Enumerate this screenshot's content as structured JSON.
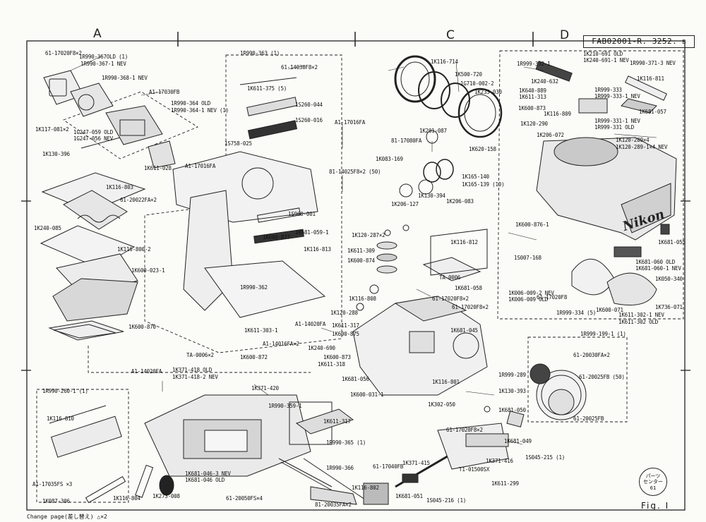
{
  "header": {
    "doc_number": "FAB02001-R. 3252.",
    "doc_suffix": "B",
    "columns": [
      "A",
      "C",
      "D"
    ]
  },
  "figure_label": "Fig. I",
  "footer_note": "Change page(差し替え) △×2",
  "stamp": {
    "line1": "パーツ",
    "line2": "センター",
    "line3": "61"
  },
  "colors": {
    "ink": "#111111",
    "paper": "#fbfbf7"
  },
  "parts": [
    {
      "id": "p01",
      "text": "61-17020F8×2"
    },
    {
      "id": "p02",
      "text": "1R990-367OLD (1)"
    },
    {
      "id": "p03",
      "text": "1R990-367-1 NEV"
    },
    {
      "id": "p04",
      "text": "1R990-368-1 NEV"
    },
    {
      "id": "p05",
      "text": "A1-17030FB"
    },
    {
      "id": "p06",
      "text": "1R990-364 OLD"
    },
    {
      "id": "p07",
      "text": "1R990-364-1 NEV (1)"
    },
    {
      "id": "p08",
      "text": "1K117-081×2"
    },
    {
      "id": "p09",
      "text": "1G247-059 OLD"
    },
    {
      "id": "p10",
      "text": "1G247-056 NEV"
    },
    {
      "id": "p11",
      "text": "1K130-396"
    },
    {
      "id": "p12",
      "text": "1K611-028"
    },
    {
      "id": "p13",
      "text": "1R990-363 (1)"
    },
    {
      "id": "p14",
      "text": "61-14030F8×2"
    },
    {
      "id": "p15",
      "text": "1K611-375 (5)"
    },
    {
      "id": "p16",
      "text": "1S260-044"
    },
    {
      "id": "p17",
      "text": "1S260-016"
    },
    {
      "id": "p18",
      "text": "A1-17016FA"
    },
    {
      "id": "p19",
      "text": "1S758-025"
    },
    {
      "id": "p20",
      "text": "A1-17016FA"
    },
    {
      "id": "p21",
      "text": "81-14025F8×2 (50)"
    },
    {
      "id": "p22",
      "text": "1K116-803"
    },
    {
      "id": "p23",
      "text": "61-20022FA×2"
    },
    {
      "id": "p24",
      "text": "1K240-085"
    },
    {
      "id": "p25",
      "text": "1K116-800-2"
    },
    {
      "id": "p26",
      "text": "1K600-023-1"
    },
    {
      "id": "p27",
      "text": "1K600-870"
    },
    {
      "id": "p28",
      "text": "1S960-001"
    },
    {
      "id": "p29",
      "text": "1K600-877"
    },
    {
      "id": "p30",
      "text": "1K681-059-1"
    },
    {
      "id": "p31",
      "text": "1K116-813"
    },
    {
      "id": "p32",
      "text": "1R990-362"
    },
    {
      "id": "p33",
      "text": "1K116-714"
    },
    {
      "id": "p34",
      "text": "1K500-720"
    },
    {
      "id": "p35",
      "text": "1G710-002-2"
    },
    {
      "id": "p36",
      "text": "1K233-030"
    },
    {
      "id": "p37",
      "text": "1K201-087"
    },
    {
      "id": "p38",
      "text": "1K620-158"
    },
    {
      "id": "p39",
      "text": "81-17080FA"
    },
    {
      "id": "p40",
      "text": "1K083-169"
    },
    {
      "id": "p41",
      "text": "1K165-140"
    },
    {
      "id": "p42",
      "text": "1K165-139 (10)"
    },
    {
      "id": "p43",
      "text": "1K130-394"
    },
    {
      "id": "p44",
      "text": "1K206-127"
    },
    {
      "id": "p45",
      "text": "1K206-083"
    },
    {
      "id": "p46",
      "text": "1K120-287×2"
    },
    {
      "id": "p47",
      "text": "1K611-309"
    },
    {
      "id": "p48",
      "text": "1K600-874"
    },
    {
      "id": "p49",
      "text": "1K116-812"
    },
    {
      "id": "p50",
      "text": "TA-0006"
    },
    {
      "id": "p51",
      "text": "1K681-058"
    },
    {
      "id": "p52",
      "text": "61-17020F8×2"
    },
    {
      "id": "p53",
      "text": "61-17020F8×2"
    },
    {
      "id": "p54",
      "text": "1K116-808"
    },
    {
      "id": "p55",
      "text": "1K120-288"
    },
    {
      "id": "p56",
      "text": "A1-14020FA"
    },
    {
      "id": "p57",
      "text": "1K611-317"
    },
    {
      "id": "p58",
      "text": "1K600-875"
    },
    {
      "id": "p59",
      "text": "1K681-045"
    },
    {
      "id": "p60",
      "text": "A1-14016FA×2"
    },
    {
      "id": "p61",
      "text": "1K240-690"
    },
    {
      "id": "p62",
      "text": "1K611-303-1"
    },
    {
      "id": "p63",
      "text": "1K600-872"
    },
    {
      "id": "p64",
      "text": "1K600-873"
    },
    {
      "id": "p65",
      "text": "1K611-318"
    },
    {
      "id": "p66",
      "text": "1K681-056"
    },
    {
      "id": "p67",
      "text": "1K600-031-1"
    },
    {
      "id": "p68",
      "text": "1K116-801"
    },
    {
      "id": "p69",
      "text": "TA-0006×2"
    },
    {
      "id": "p70",
      "text": "A1-14020FA"
    },
    {
      "id": "p71",
      "text": "1K371-418 OLD"
    },
    {
      "id": "p72",
      "text": "1K371-418-2 NEV"
    },
    {
      "id": "p73",
      "text": "1K371-420"
    },
    {
      "id": "p74",
      "text": "1R990-359-1"
    },
    {
      "id": "p75",
      "text": "1K611-317"
    },
    {
      "id": "p76",
      "text": "1R990-260-1 (1)"
    },
    {
      "id": "p77",
      "text": "1K116-810"
    },
    {
      "id": "p78",
      "text": "A1-17035FS ×3"
    },
    {
      "id": "p79",
      "text": "1K087-306"
    },
    {
      "id": "p80",
      "text": "1K116-804"
    },
    {
      "id": "p81",
      "text": "1K273-008"
    },
    {
      "id": "p82",
      "text": "1K681-046-3 NEV"
    },
    {
      "id": "p83",
      "text": "1K681-046 OLD"
    },
    {
      "id": "p84",
      "text": "61-20050FS×4"
    },
    {
      "id": "p85",
      "text": "1R990-365 (1)"
    },
    {
      "id": "p86",
      "text": "1R990-366"
    },
    {
      "id": "p87",
      "text": "61-17040FB"
    },
    {
      "id": "p88",
      "text": "1K371-415"
    },
    {
      "id": "p89",
      "text": "1K116-802"
    },
    {
      "id": "p90",
      "text": "81-20035FA×2"
    },
    {
      "id": "p91",
      "text": "1K681-051"
    },
    {
      "id": "p92",
      "text": "1S045-216 (1)"
    },
    {
      "id": "p93",
      "text": "1K130-393"
    },
    {
      "id": "p94",
      "text": "1K681-050"
    },
    {
      "id": "p95",
      "text": "61-17020F8×2"
    },
    {
      "id": "p96",
      "text": "1K302-050"
    },
    {
      "id": "p97",
      "text": "1K681-049"
    },
    {
      "id": "p98",
      "text": "1S045-215 (1)"
    },
    {
      "id": "p99",
      "text": "1K371-416"
    },
    {
      "id": "p100",
      "text": "T1-01500SX"
    },
    {
      "id": "p101",
      "text": "1K611-299"
    },
    {
      "id": "p102",
      "text": "1R999-332-1"
    },
    {
      "id": "p103",
      "text": "1K240-632"
    },
    {
      "id": "p104",
      "text": "1K640-889"
    },
    {
      "id": "p105",
      "text": "1K611-313"
    },
    {
      "id": "p106",
      "text": "1K600-873"
    },
    {
      "id": "p107",
      "text": "1K120-290"
    },
    {
      "id": "p108",
      "text": "1K116-809"
    },
    {
      "id": "p109",
      "text": "1K206-072"
    },
    {
      "id": "p110",
      "text": "1K210-691 OLD"
    },
    {
      "id": "p111",
      "text": "1K240-691-1 NEV"
    },
    {
      "id": "p112",
      "text": "1R990-371-3 NEV"
    },
    {
      "id": "p113",
      "text": "1K116-811"
    },
    {
      "id": "p114",
      "text": "1R999-333"
    },
    {
      "id": "p115",
      "text": "1R999-333-1 NEV"
    },
    {
      "id": "p116",
      "text": "1K681-057"
    },
    {
      "id": "p117",
      "text": "1R999-331-1 NEV"
    },
    {
      "id": "p118",
      "text": "1R999-331 OLD"
    },
    {
      "id": "p119",
      "text": "1K120-289×4"
    },
    {
      "id": "p120",
      "text": "1K120-289-1×4 NEV"
    },
    {
      "id": "p121",
      "text": "1K600-876-1"
    },
    {
      "id": "p122",
      "text": "1S007-168"
    },
    {
      "id": "p123",
      "text": "1K006-009-2 NEV"
    },
    {
      "id": "p124",
      "text": "1K006-009 OLD"
    },
    {
      "id": "p125",
      "text": "61-17020F8"
    },
    {
      "id": "p126",
      "text": "1K681-055"
    },
    {
      "id": "p127",
      "text": "1K681-060 OLD"
    },
    {
      "id": "p128",
      "text": "1K681-060-1 NEV"
    },
    {
      "id": "p129",
      "text": "1K050-340"
    },
    {
      "id": "p130",
      "text": "1R999-334 (5)"
    },
    {
      "id": "p131",
      "text": "1K600-071"
    },
    {
      "id": "p132",
      "text": "1K611-302-1 NEV"
    },
    {
      "id": "p133",
      "text": "1K611-302 OLD"
    },
    {
      "id": "p134",
      "text": "1K736-071"
    },
    {
      "id": "p135",
      "text": "1R999-199-1 (1)"
    },
    {
      "id": "p136",
      "text": "61-20030FA×2"
    },
    {
      "id": "p137",
      "text": "1R999-289"
    },
    {
      "id": "p138",
      "text": "61-20025FB (50)"
    },
    {
      "id": "p139",
      "text": "61-20025FB"
    }
  ]
}
